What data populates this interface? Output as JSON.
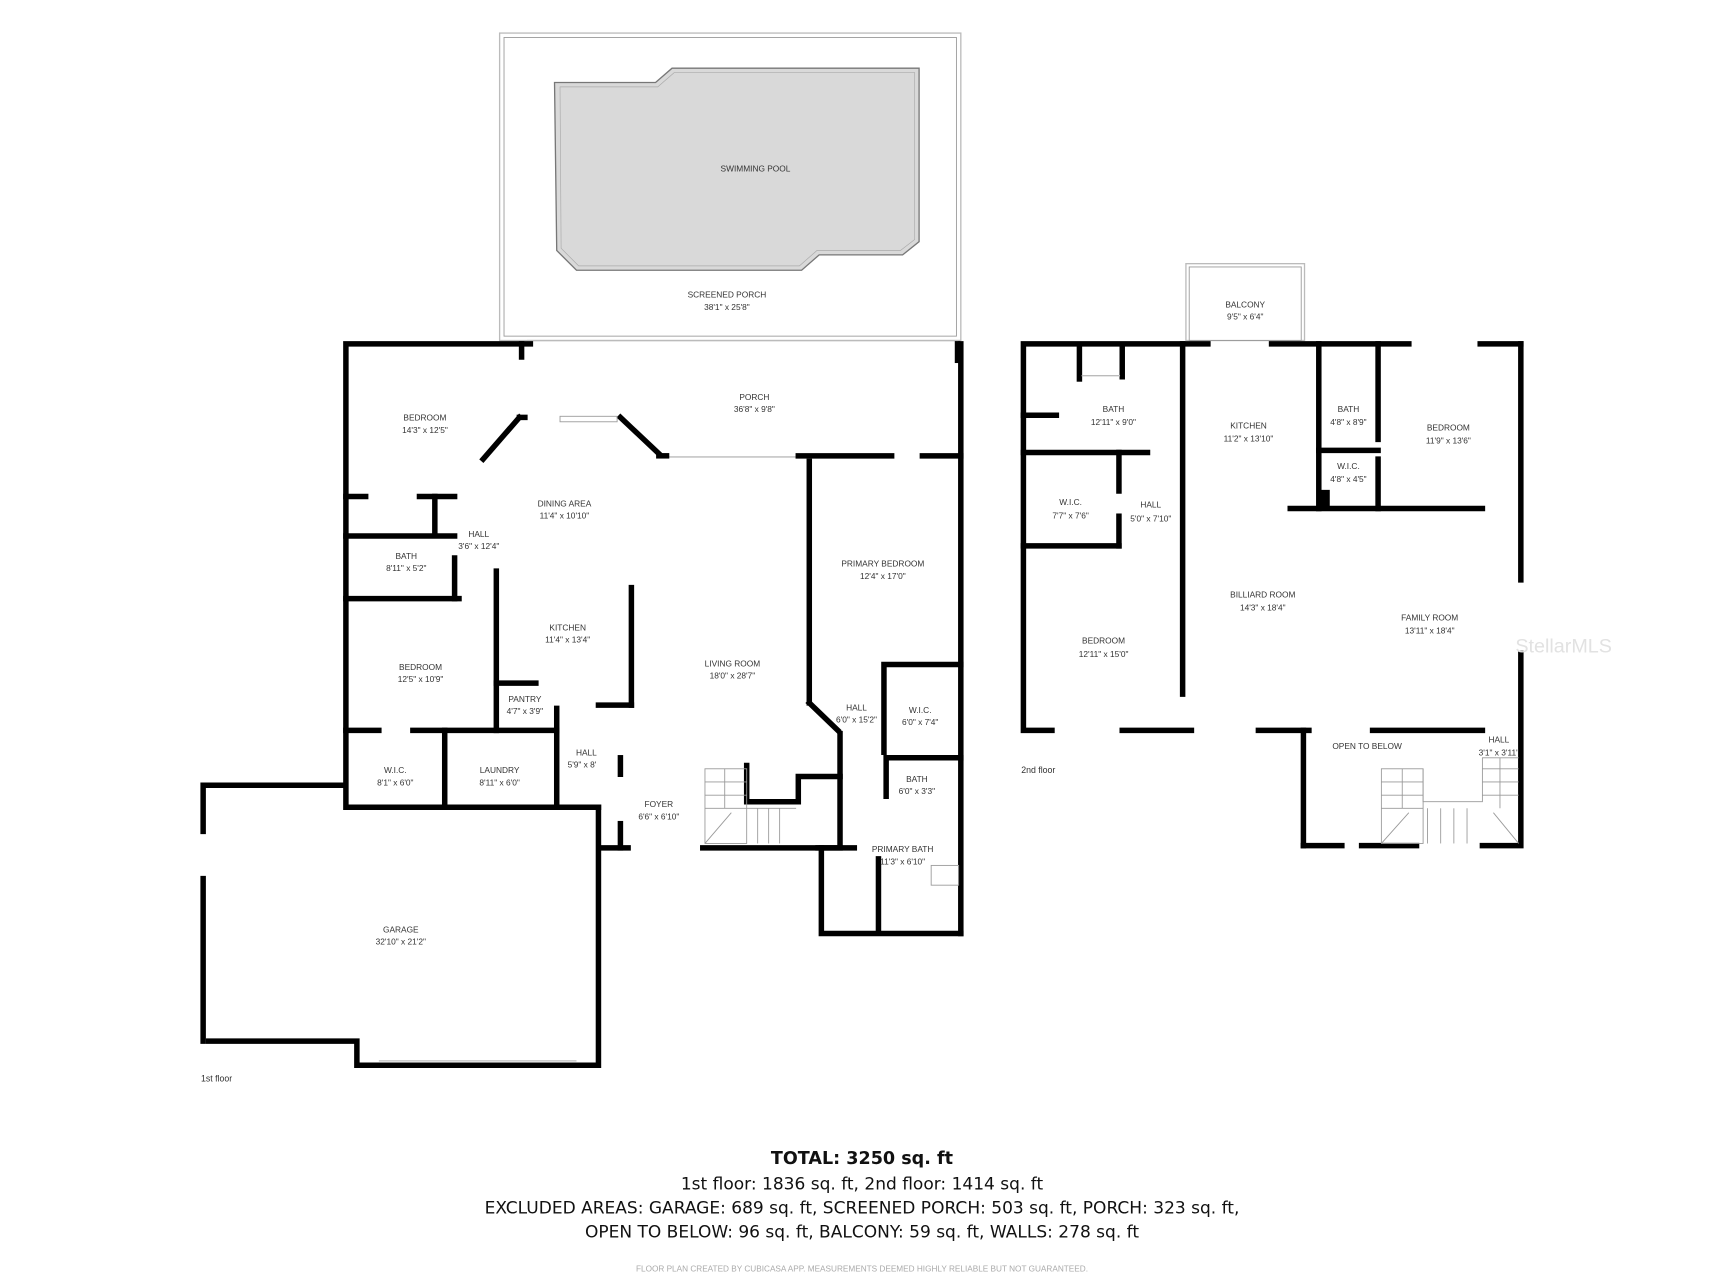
{
  "first_floor": {
    "label": "1st floor",
    "rooms": [
      {
        "name": "SWIMMING POOL",
        "dims": ""
      },
      {
        "name": "SCREENED PORCH",
        "dims": "38'1\" x 25'8\""
      },
      {
        "name": "PORCH",
        "dims": "36'8\" x 9'8\""
      },
      {
        "name": "BEDROOM",
        "dims": "14'3\" x 12'5\""
      },
      {
        "name": "DINING AREA",
        "dims": "11'4\" x 10'10\""
      },
      {
        "name": "HALL",
        "dims": "3'6\" x 12'4\""
      },
      {
        "name": "BATH",
        "dims": "8'11\" x 5'2\""
      },
      {
        "name": "KITCHEN",
        "dims": "11'4\" x 13'4\""
      },
      {
        "name": "BEDROOM",
        "dims": "12'5\" x 10'9\""
      },
      {
        "name": "PANTRY",
        "dims": "4'7\" x 3'9\""
      },
      {
        "name": "LIVING ROOM",
        "dims": "18'0\" x 28'7\""
      },
      {
        "name": "PRIMARY BEDROOM",
        "dims": "12'4\" x 17'0\""
      },
      {
        "name": "HALL",
        "dims": "6'0\" x 15'2\""
      },
      {
        "name": "W.I.C.",
        "dims": "6'0\" x 7'4\""
      },
      {
        "name": "W.I.C.",
        "dims": "8'1\" x 6'0\""
      },
      {
        "name": "LAUNDRY",
        "dims": "8'11\" x 6'0\""
      },
      {
        "name": "HALL",
        "dims": "5'9\" x 8'"
      },
      {
        "name": "FOYER",
        "dims": "6'6\" x 6'10\""
      },
      {
        "name": "BATH",
        "dims": "6'0\" x 3'3\""
      },
      {
        "name": "PRIMARY BATH",
        "dims": "11'3\" x 6'10\""
      },
      {
        "name": "GARAGE",
        "dims": "32'10\" x 21'2\""
      }
    ]
  },
  "second_floor": {
    "label": "2nd floor",
    "rooms": [
      {
        "name": "BALCONY",
        "dims": "9'5\" x 6'4\""
      },
      {
        "name": "BATH",
        "dims": "12'11\" x 9'0\""
      },
      {
        "name": "KITCHEN",
        "dims": "11'2\" x 13'10\""
      },
      {
        "name": "BATH",
        "dims": "4'8\" x 8'9\""
      },
      {
        "name": "BEDROOM",
        "dims": "11'9\" x 13'6\""
      },
      {
        "name": "W.I.C.",
        "dims": "4'8\" x 4'5\""
      },
      {
        "name": "W.I.C.",
        "dims": "7'7\" x 7'6\""
      },
      {
        "name": "HALL",
        "dims": "5'0\" x 7'10\""
      },
      {
        "name": "BILLIARD ROOM",
        "dims": "14'3\" x 18'4\""
      },
      {
        "name": "FAMILY ROOM",
        "dims": "13'11\" x 18'4\""
      },
      {
        "name": "BEDROOM",
        "dims": "12'11\" x 15'0\""
      },
      {
        "name": "OPEN TO BELOW",
        "dims": ""
      },
      {
        "name": "HALL",
        "dims": "3'1\" x 3'11\""
      }
    ]
  },
  "summary": {
    "total": "TOTAL: 3250 sq. ft",
    "floors": "1st floor: 1836 sq. ft, 2nd floor: 1414 sq. ft",
    "excluded_1": "EXCLUDED AREAS: GARAGE: 689 sq. ft, SCREENED PORCH: 503 sq. ft, PORCH: 323 sq. ft,",
    "excluded_2": "OPEN TO BELOW: 96 sq. ft, BALCONY: 59 sq. ft, WALLS: 278 sq. ft",
    "disclaimer": "FLOOR PLAN CREATED BY CUBICASA APP. MEASUREMENTS DEEMED HIGHLY RELIABLE BUT NOT GUARANTEED."
  },
  "watermark": "StellarMLS",
  "colors": {
    "walls": "#000000",
    "pool_fill": "#d9d9d9",
    "background": "#ffffff"
  }
}
